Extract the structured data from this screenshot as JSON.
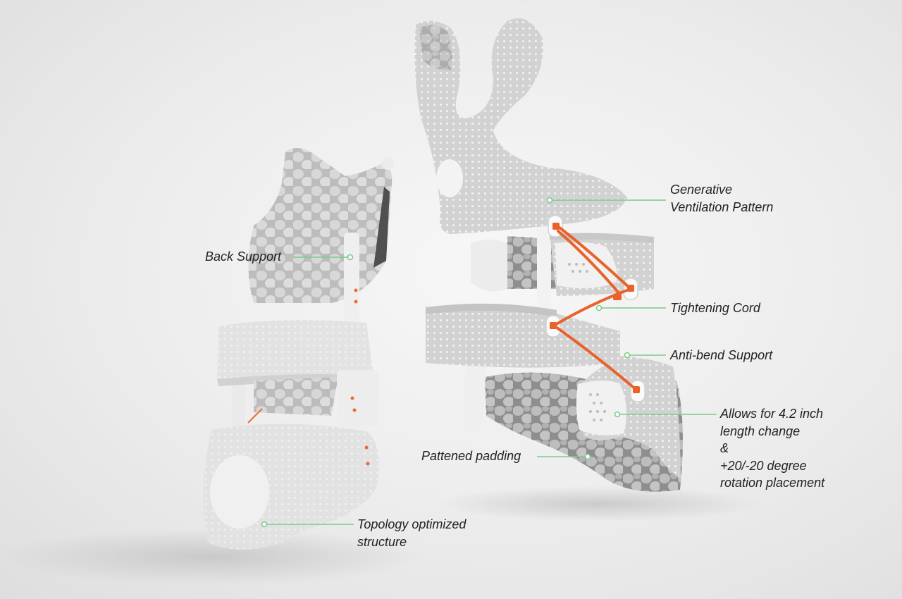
{
  "annotations": {
    "ventilation": [
      "Generative",
      "Ventilation Pattern"
    ],
    "back_support": [
      "Back Support"
    ],
    "tightening_cord": [
      "Tightening Cord"
    ],
    "anti_bend": [
      "Anti-bend Support"
    ],
    "length_change": [
      "Allows for 4.2 inch",
      "length change",
      "&",
      "+20/-20 degree",
      "rotation placement"
    ],
    "padding": [
      "Pattened padding"
    ],
    "topology": [
      "Topology optimized",
      "structure"
    ]
  },
  "colors": {
    "leader_line": "#7fc98a",
    "cord": "#e8622a",
    "brace_shell": "#d9d9d9"
  }
}
